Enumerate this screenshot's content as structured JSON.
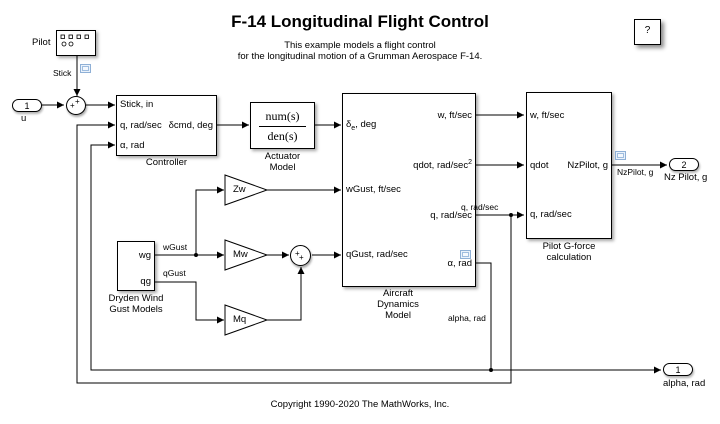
{
  "header": {
    "title": "F-14 Longitudinal Flight Control",
    "subtitle_line1": "This example models a flight control",
    "subtitle_line2": "for the longitudinal motion of a Grumman Aerospace F-14.",
    "help_label": "?"
  },
  "footer": {
    "copyright": "Copyright 1990-2020 The MathWorks, Inc."
  },
  "blocks": {
    "pilot": {
      "label": "Pilot"
    },
    "inport_u": {
      "number": "1",
      "label": "u"
    },
    "controller": {
      "name": "Controller",
      "inputs": [
        "Stick, in",
        "q, rad/sec",
        "α, rad"
      ],
      "output": "δcmd, deg"
    },
    "actuator": {
      "numerator": "num(s)",
      "denominator": "den(s)",
      "name_line1": "Actuator",
      "name_line2": "Model"
    },
    "aircraft": {
      "name_line1": "Aircraft",
      "name_line2": "Dynamics",
      "name_line3": "Model",
      "input_delta": "δ",
      "input_delta_sub": "e",
      "input_delta_rest": ", deg",
      "inputs": [
        "wGust, ft/sec",
        "qGust, rad/sec"
      ],
      "outputs": [
        "w, ft/sec",
        "qdot, rad/sec",
        "q, rad/sec",
        "α, rad"
      ],
      "qdot_superscript": "2"
    },
    "pilot_gforce": {
      "name_line1": "Pilot G-force",
      "name_line2": "calculation",
      "inputs": [
        "w, ft/sec",
        "qdot",
        "q, rad/sec"
      ],
      "output": "NzPilot, g"
    },
    "dryden": {
      "name_line1": "Dryden Wind",
      "name_line2": "Gust Models",
      "outputs": [
        "wg",
        "qg"
      ]
    },
    "gains": {
      "zw": "Zw",
      "mw": "Mw",
      "mq": "Mq"
    },
    "outport_nz": {
      "number": "2",
      "label": "Nz Pilot, g"
    },
    "outport_alpha": {
      "number": "1",
      "label": "alpha, rad"
    }
  },
  "signals": {
    "stick": "Stick",
    "wgust": "wGust",
    "qgust": "qGust",
    "q": "q, rad/sec",
    "alpha": "alpha, rad",
    "nzpilot": "NzPilot, g"
  },
  "sum_signs": {
    "sum1": "++",
    "sum2": "++"
  }
}
